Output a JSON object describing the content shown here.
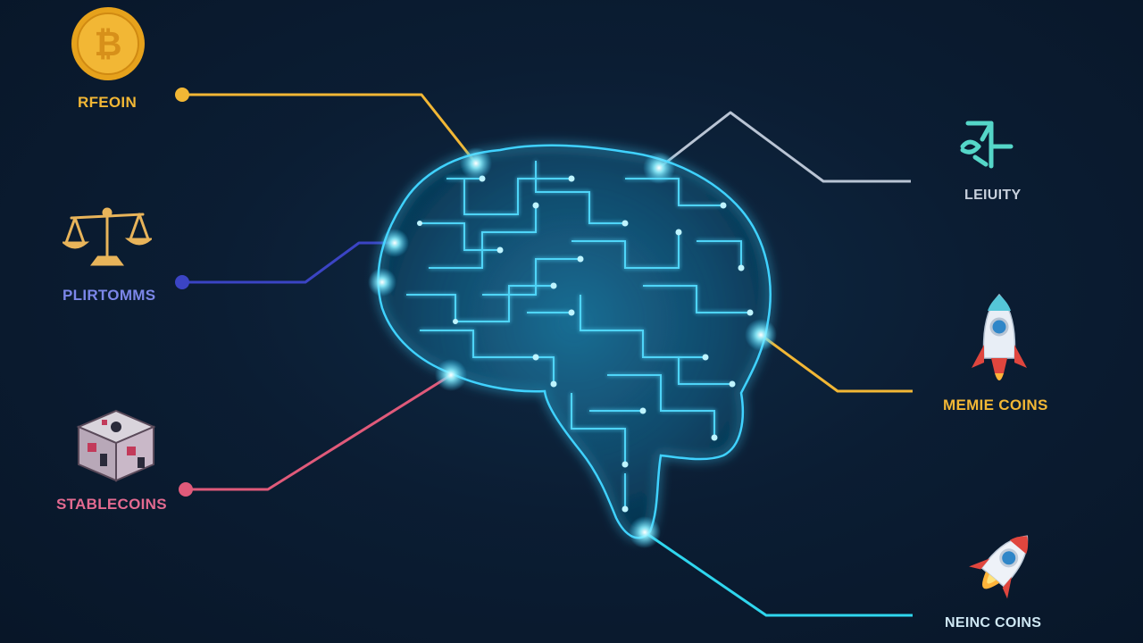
{
  "labels": {
    "bitcoin": "RFEOIN",
    "platforms": "PLIRTOMMS",
    "stablecoins": "STABLECOINS",
    "utility": "LEIUITY",
    "meme_top": "MEMIE COINS",
    "meme_bottom": "NEINC COINS"
  },
  "colors": {
    "background": "#0b1d33",
    "bitcoin": "#f2b735",
    "platforms": "#3b44c4",
    "stablecoins": "#e05a7a",
    "utility": "#b9c4d4",
    "meme_top": "#f2b735",
    "meme_bottom": "#2fd6ee",
    "brain_glow": "#3fd2ff"
  },
  "icons": {
    "bitcoin": "bitcoin-coin-icon",
    "platforms": "balance-scale-icon",
    "stablecoins": "cube-icon",
    "utility": "utility-glyph-icon",
    "meme_top": "rocket-icon",
    "meme_bottom": "rocket-launch-icon",
    "center": "circuit-brain-icon"
  }
}
